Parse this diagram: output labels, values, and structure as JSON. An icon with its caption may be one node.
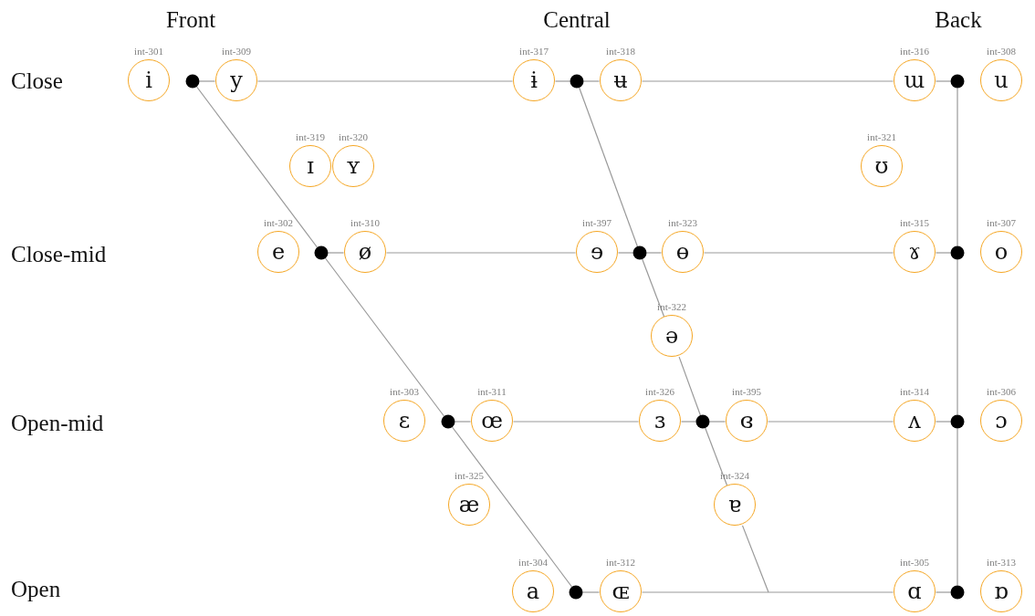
{
  "diagram": {
    "nodes": [
      {
        "text": [
          "int-301",
          "i"
        ]
      },
      {
        "text": [],
        "shape": "circle"
      },
      {
        "text": [
          "int-309",
          "y"
        ]
      },
      {
        "text": [
          "int-317",
          "ɨ"
        ]
      },
      {
        "text": [],
        "shape": "circle"
      },
      {
        "text": [
          "int-318",
          "ʉ"
        ]
      },
      {
        "text": [
          "int-316",
          "ɯ"
        ]
      },
      {
        "text": [],
        "shape": "circle"
      },
      {
        "text": [
          "int-308",
          "u"
        ]
      },
      {
        "text": [
          "int-319",
          "ɪ"
        ]
      },
      {
        "text": [
          "int-320",
          "ʏ"
        ]
      },
      {
        "text": [
          "int-321",
          "ʊ"
        ]
      },
      {
        "text": [
          "int-302",
          "e"
        ]
      },
      {
        "text": [],
        "shape": "circle"
      },
      {
        "text": [
          "int-310",
          "ø"
        ]
      },
      {
        "text": [
          "int-397",
          "ɘ"
        ]
      },
      {
        "text": [],
        "shape": "circle"
      },
      {
        "text": [
          "int-323",
          "ɵ"
        ]
      },
      {
        "text": [
          "int-315",
          "ɤ"
        ]
      },
      {
        "text": [],
        "shape": "circle"
      },
      {
        "text": [
          "int-307",
          "o"
        ]
      },
      {
        "text": [
          "int-322",
          "ə"
        ]
      },
      {
        "text": [
          "int-303",
          "ɛ"
        ]
      },
      {
        "text": [],
        "shape": "circle"
      },
      {
        "text": [
          "int-311",
          "œ"
        ]
      },
      {
        "text": [
          "int-326",
          "ɜ"
        ]
      },
      {
        "text": [],
        "shape": "circle"
      },
      {
        "text": [
          "int-395",
          "ɞ"
        ]
      },
      {
        "text": [
          "int-314",
          "ʌ"
        ]
      },
      {
        "text": [],
        "shape": "circle"
      },
      {
        "text": [
          "int-306",
          "ɔ"
        ]
      },
      {
        "text": [
          "int-325",
          "æ"
        ]
      },
      {
        "text": [
          "int-324",
          "ɐ"
        ]
      },
      {
        "text": [
          "int-304",
          "a"
        ]
      },
      {
        "text": [],
        "shape": "circle"
      },
      {
        "text": [
          "int-312",
          "ɶ"
        ]
      },
      {
        "text": [
          "int-305",
          "ɑ"
        ]
      },
      {
        "text": [],
        "shape": "circle"
      },
      {
        "text": [
          "int-313",
          "ɒ"
        ]
      }
    ],
    "edges": [
      {
        "from": 1,
        "to": 2,
        "arrow": "none"
      },
      {
        "from": 2,
        "to": 3,
        "arrow": "none"
      },
      {
        "from": 3,
        "to": 4,
        "arrow": "none"
      },
      {
        "from": 4,
        "to": 5,
        "arrow": "none"
      },
      {
        "from": 5,
        "to": 6,
        "arrow": "none"
      },
      {
        "from": 6,
        "to": 7,
        "arrow": "none"
      },
      {
        "from": 13,
        "to": 14,
        "arrow": "none"
      },
      {
        "from": 14,
        "to": 15,
        "arrow": "none"
      },
      {
        "from": 15,
        "to": 16,
        "arrow": "none"
      },
      {
        "from": 16,
        "to": 17,
        "arrow": "none"
      },
      {
        "from": 17,
        "to": 18,
        "arrow": "none"
      },
      {
        "from": 18,
        "to": 19,
        "arrow": "none"
      },
      {
        "from": 23,
        "to": 24,
        "arrow": "none"
      },
      {
        "from": 24,
        "to": 25,
        "arrow": "none"
      },
      {
        "from": 25,
        "to": 26,
        "arrow": "none"
      },
      {
        "from": 26,
        "to": 27,
        "arrow": "none"
      },
      {
        "from": 27,
        "to": 28,
        "arrow": "none"
      },
      {
        "from": 28,
        "to": 29,
        "arrow": "none"
      },
      {
        "from": 34,
        "to": 35,
        "arrow": "none"
      },
      {
        "from": 35,
        "to": 36,
        "arrow": "none"
      },
      {
        "from": 36,
        "to": 37,
        "arrow": "none"
      },
      {
        "from": 1,
        "to": 13,
        "arrow": "none"
      },
      {
        "from": 13,
        "to": 23,
        "arrow": "none"
      },
      {
        "from": 23,
        "to": 34,
        "arrow": "none"
      },
      {
        "from": 4,
        "to": 16,
        "arrow": "none"
      },
      {
        "from": 16,
        "to": 21,
        "arrow": "none"
      },
      {
        "from": 21,
        "to": 26,
        "arrow": "none"
      },
      {
        "from": 26,
        "to": 32,
        "arrow": "none"
      },
      {
        "from": 32,
        "to": null,
        "arrow": "none"
      },
      {
        "from": 7,
        "to": 19,
        "arrow": "none"
      },
      {
        "from": 19,
        "to": 29,
        "arrow": "none"
      },
      {
        "from": 29,
        "to": 37,
        "arrow": "none"
      }
    ],
    "labels": [
      "Front",
      "Central",
      "Back",
      "Close",
      "Close-mid",
      "Open-mid",
      "Open"
    ]
  }
}
